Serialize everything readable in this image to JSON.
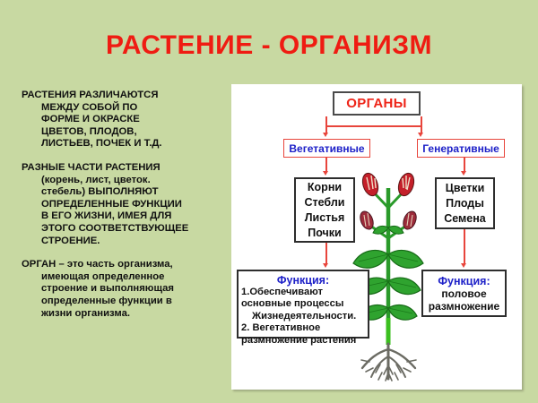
{
  "slide": {
    "title": "РАСТЕНИЕ - ОРГАНИЗМ",
    "background_color": "#c8d9a2",
    "title_color": "#ef1c12"
  },
  "text_column": {
    "paragraphs": [
      {
        "id": "p1",
        "lines": [
          "РАСТЕНИЯ РАЗЛИЧАЮТСЯ",
          "МЕЖДУ СОБОЙ  ПО",
          "ФОРМЕ И ОКРАСКЕ",
          "ЦВЕТОВ, ПЛОДОВ,",
          "ЛИСТЬЕВ, ПОЧЕК И Т.Д."
        ]
      },
      {
        "id": "p2",
        "lines": [
          "РАЗНЫЕ ЧАСТИ РАСТЕНИЯ",
          "(корень, лист, цветок.",
          "стебель) ВЫПОЛНЯЮТ",
          "ОПРЕДЕЛЕННЫЕ ФУНКЦИИ",
          "В ЕГО ЖИЗНИ, ИМЕЯ ДЛЯ",
          "ЭТОГО СООТВЕТСТВУЮЩЕЕ",
          "СТРОЕНИЕ."
        ]
      },
      {
        "id": "p3",
        "lines": [
          "ОРГАН – это часть организма,",
          "имеющая определенное",
          "строение и выполняющая",
          "определенные функции в",
          "жизни организма."
        ]
      }
    ]
  },
  "diagram": {
    "root_box": {
      "label": "ОРГАНЫ",
      "color": "#ee2418"
    },
    "categories": [
      {
        "label": "Вегетативные",
        "color": "#1d20c8",
        "border": "#e8453c"
      },
      {
        "label": "Генеративные",
        "color": "#1d20c8",
        "border": "#e8453c"
      }
    ],
    "organ_lists": [
      {
        "items": [
          "Корни",
          "Стебли",
          "Листья",
          "Почки"
        ]
      },
      {
        "items": [
          "Цветки",
          "Плоды",
          "Семена"
        ]
      }
    ],
    "functions": [
      {
        "header": "Функция:",
        "lines": [
          "1.Обеспечивают",
          "основные процессы",
          "Жизнедеятельности.",
          "2. Вегетативное",
          "размножение растения"
        ]
      },
      {
        "header": "Функция:",
        "lines": [
          "половое",
          "размножение"
        ]
      }
    ],
    "arrow_color": "#e8453c",
    "illustration": {
      "name": "plant-with-roots",
      "flower_color": "#c4202a",
      "leaf_color": "#2fa32f",
      "stem_color": "#2a9a2a",
      "root_color": "#6b6b63"
    }
  }
}
